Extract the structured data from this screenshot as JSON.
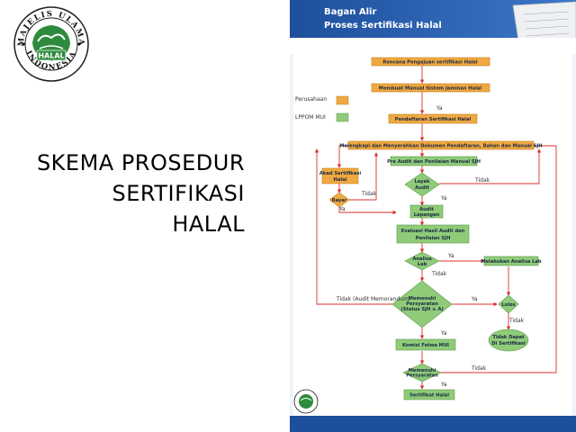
{
  "logo": {
    "text_top": "MAJELIS ULAMA",
    "text_bottom": "INDONESIA",
    "center": "HALAL"
  },
  "slide_title": [
    "SKEMA PROSEDUR",
    "SERTIFIKASI",
    "HALAL"
  ],
  "flowchart": {
    "header_line1": "Bagan Alir",
    "header_line2": "Proses Sertifikasi Halal",
    "legend": [
      {
        "label": "Perusahaan",
        "color": "#f0a941"
      },
      {
        "label": "LPPOM MUI",
        "color": "#8fcb79"
      }
    ],
    "steps": {
      "rencana": "Rencana Pengajuan sertifikasi Halal",
      "membuat_manual": "Membuat Manual Sistem Jaminan Halal",
      "pendaftaran": "Pendaftaran Sertifikasi Halal",
      "melengkapi": "Melengkapi dan Menyerahkan Dokumen Pendaftaran, Bahan dan Manual SJH",
      "pra_audit": "Pra Audit dan Penilaian Manual SJH",
      "akad_line1": "Akad Sertifikasi",
      "akad_line2": "Halal",
      "bayar": "Bayar",
      "layak_line1": "Layak",
      "layak_line2": "Audit",
      "audit_line1": "Audit",
      "audit_line2": "Lapangan",
      "evaluasi_line1": "Evaluasi Hasil Audit dan",
      "evaluasi_line2": "Penilaian SJH",
      "analisa_line1": "Analisa",
      "analisa_line2": "Lab",
      "melakukan_lab": "Melakukan Analisa Lab",
      "memenuhi_line1": "Memenuhi",
      "memenuhi_line2": "Persyaratan",
      "memenuhi_line3": "(Status SJH ≥ A)",
      "lolos": "Lolos",
      "tidak_dapat_line1": "Tidak Dapat",
      "tidak_dapat_line2": "Di Sertifikasi",
      "komisi": "Komisi Fatwa MUI",
      "memenuhi2_line1": "Memenuhi",
      "memenuhi2_line2": "Persyaratan",
      "sertifikat": "Sertifikat Halal"
    },
    "labels": {
      "ya": "Ya",
      "tidak": "Tidak",
      "tidak_audit_memorandum": "Tidak (Audit Memorandum)"
    }
  }
}
